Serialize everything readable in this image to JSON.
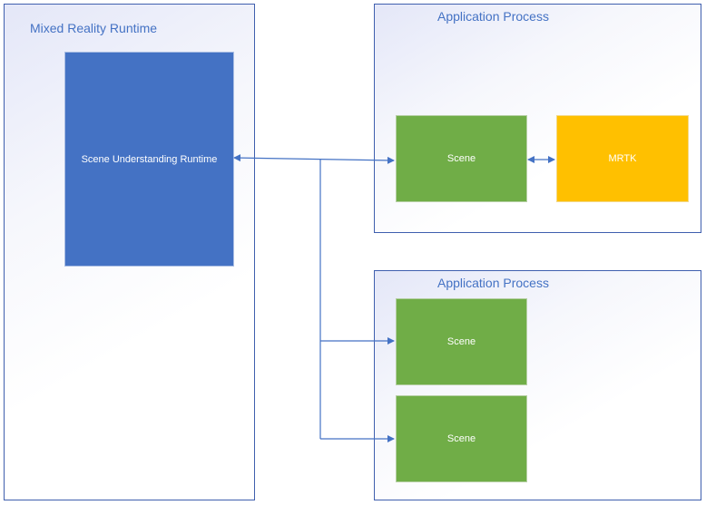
{
  "runtime_container": {
    "title": "Mixed Reality Runtime"
  },
  "scene_understanding": {
    "label": "Scene Understanding Runtime"
  },
  "app_process_top": {
    "title": "Application Process",
    "scene_label": "Scene",
    "mrtk_label": "MRTK"
  },
  "app_process_bottom": {
    "title": "Application Process",
    "scene_1_label": "Scene",
    "scene_2_label": "Scene"
  },
  "colors": {
    "runtime_box": "#4472c4",
    "scene_box": "#70ad47",
    "mrtk_box": "#ffc000",
    "title_text": "#4472c4",
    "connector": "#4472c4"
  }
}
